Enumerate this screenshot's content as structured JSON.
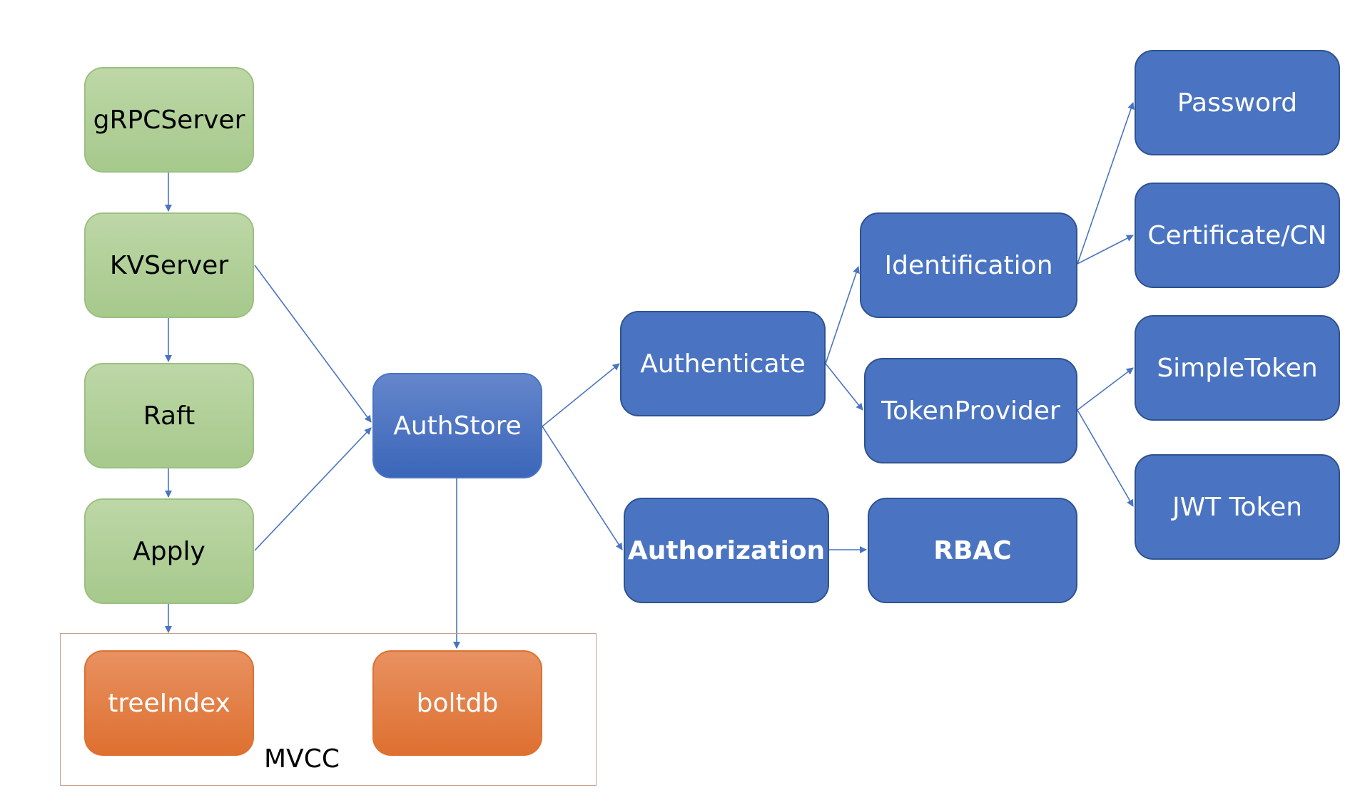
{
  "nodes": {
    "grpcserver": "gRPCServer",
    "kvserver": "KVServer",
    "raft": "Raft",
    "apply": "Apply",
    "authstore": "AuthStore",
    "authenticate": "Authenticate",
    "authorization": "Authorization",
    "identification": "Identification",
    "tokenprovider": "TokenProvider",
    "rbac": "RBAC",
    "password": "Password",
    "certificate": "Certificate/CN",
    "simpletoken": "SimpleToken",
    "jwttoken": "JWT Token",
    "treeindex": "treeIndex",
    "boltdb": "boltdb"
  },
  "group": {
    "mvcc_label": "MVCC"
  },
  "colors": {
    "green": "#a6c98c",
    "blue": "#4a74c2",
    "orange": "#de7031",
    "edge": "#4a74c2"
  }
}
